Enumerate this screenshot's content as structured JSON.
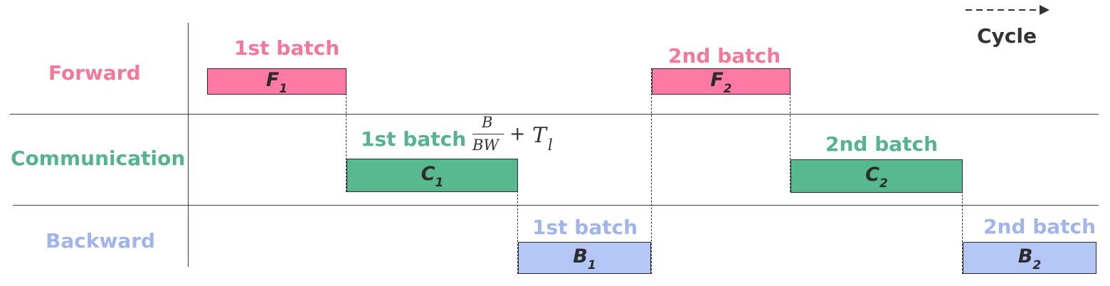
{
  "legend": {
    "label": "Cycle"
  },
  "rows": {
    "forward": "Forward",
    "communication": "Communication",
    "backward": "Backward"
  },
  "batches": {
    "first": "1st batch",
    "second": "2nd batch"
  },
  "formula": {
    "numerator": "B",
    "denominator": "BW",
    "operator": "+",
    "term": "T",
    "term_sub": "l"
  },
  "bars": {
    "f1": {
      "letter": "F",
      "sub": "1"
    },
    "f2": {
      "letter": "F",
      "sub": "2"
    },
    "c1": {
      "letter": "C",
      "sub": "1"
    },
    "c2": {
      "letter": "C",
      "sub": "2"
    },
    "b1": {
      "letter": "B",
      "sub": "1"
    },
    "b2": {
      "letter": "B",
      "sub": "2"
    }
  },
  "colors": {
    "forward": "#ff7aa2",
    "communication": "#57b890",
    "backward": "#b4c6f5",
    "forward_text": "#f3799b",
    "communication_text": "#55b48d",
    "backward_text": "#a0b4ee"
  }
}
